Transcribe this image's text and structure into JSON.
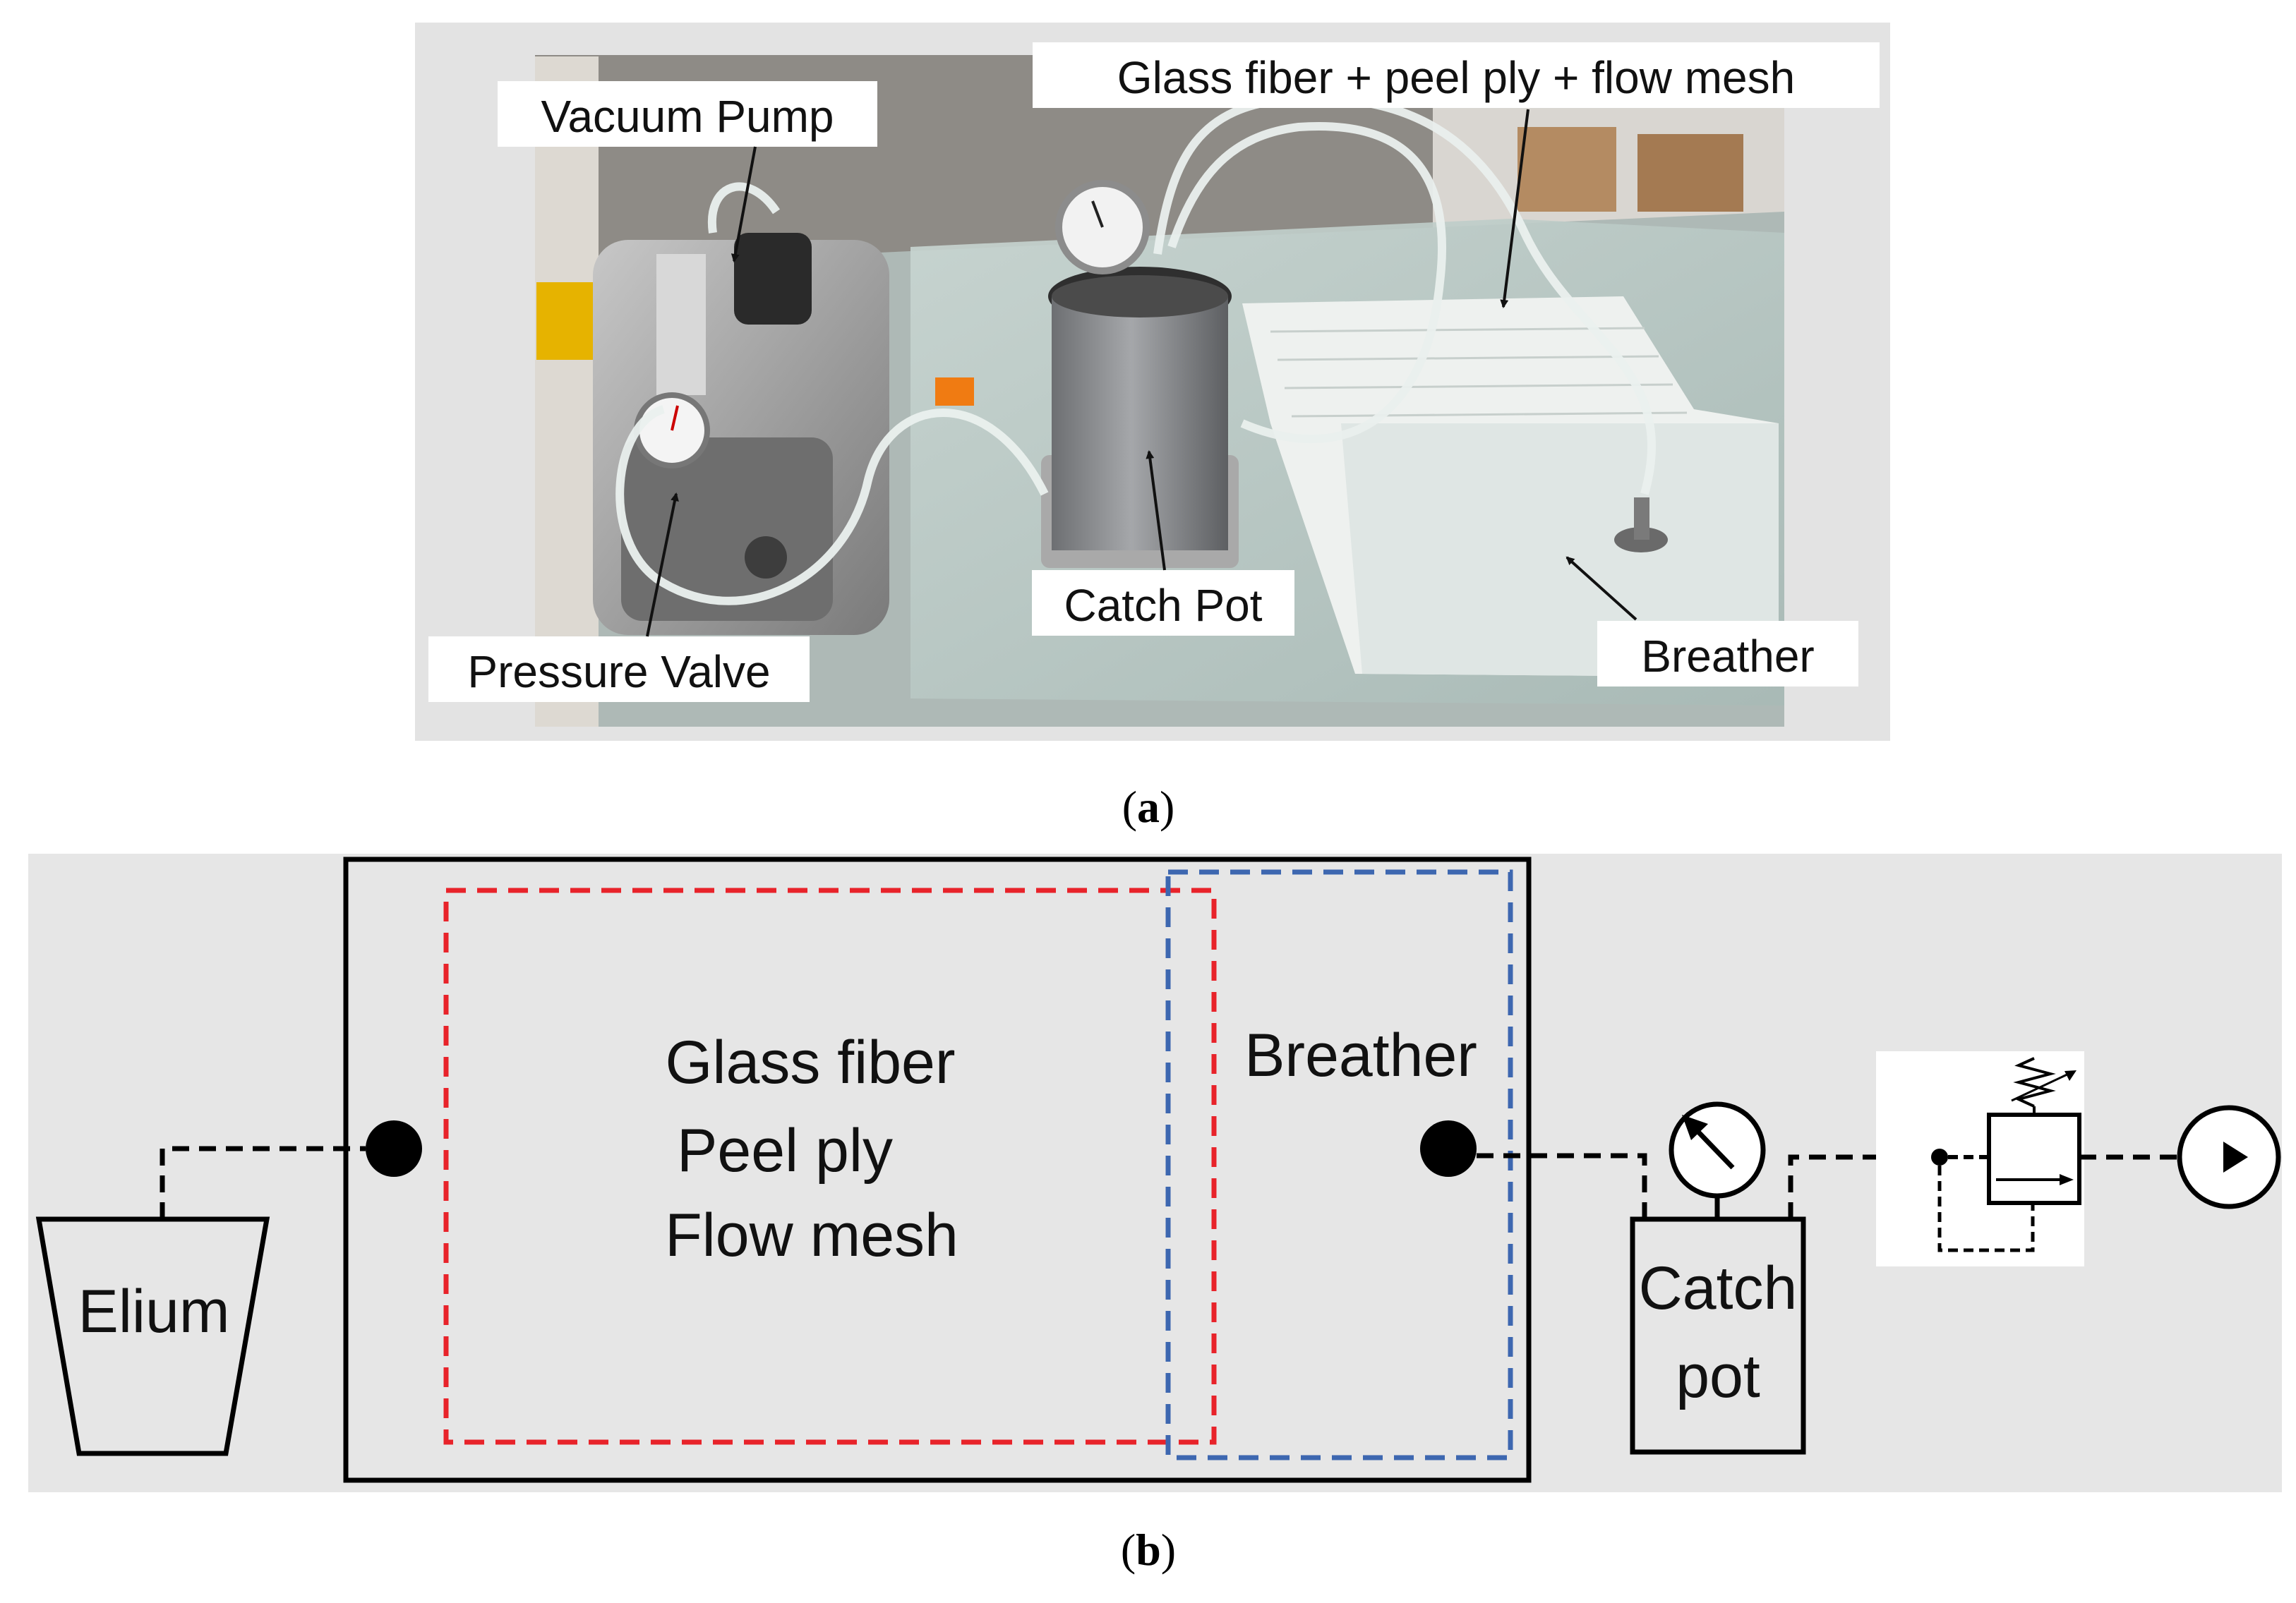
{
  "panel_a": {
    "labels": {
      "vacuum_pump": "Vacuum Pump",
      "glass_fiber_stack": "Glass fiber + peel ply + flow mesh",
      "catch_pot": "Catch Pot",
      "pressure_valve": "Pressure Valve",
      "breather": "Breather"
    },
    "caption_letter": "a"
  },
  "panel_b": {
    "labels": {
      "elium": "Elium",
      "glass_fiber": "Glass fiber",
      "peel_ply": "Peel ply",
      "flow_mesh": "Flow mesh",
      "breather": "Breather",
      "catch_line1": "Catch",
      "catch_line2": "pot"
    },
    "colors": {
      "fiber_region": "#e8232a",
      "breather_region": "#3d67b0",
      "background": "#e6e6e6"
    },
    "caption_letter": "b"
  }
}
